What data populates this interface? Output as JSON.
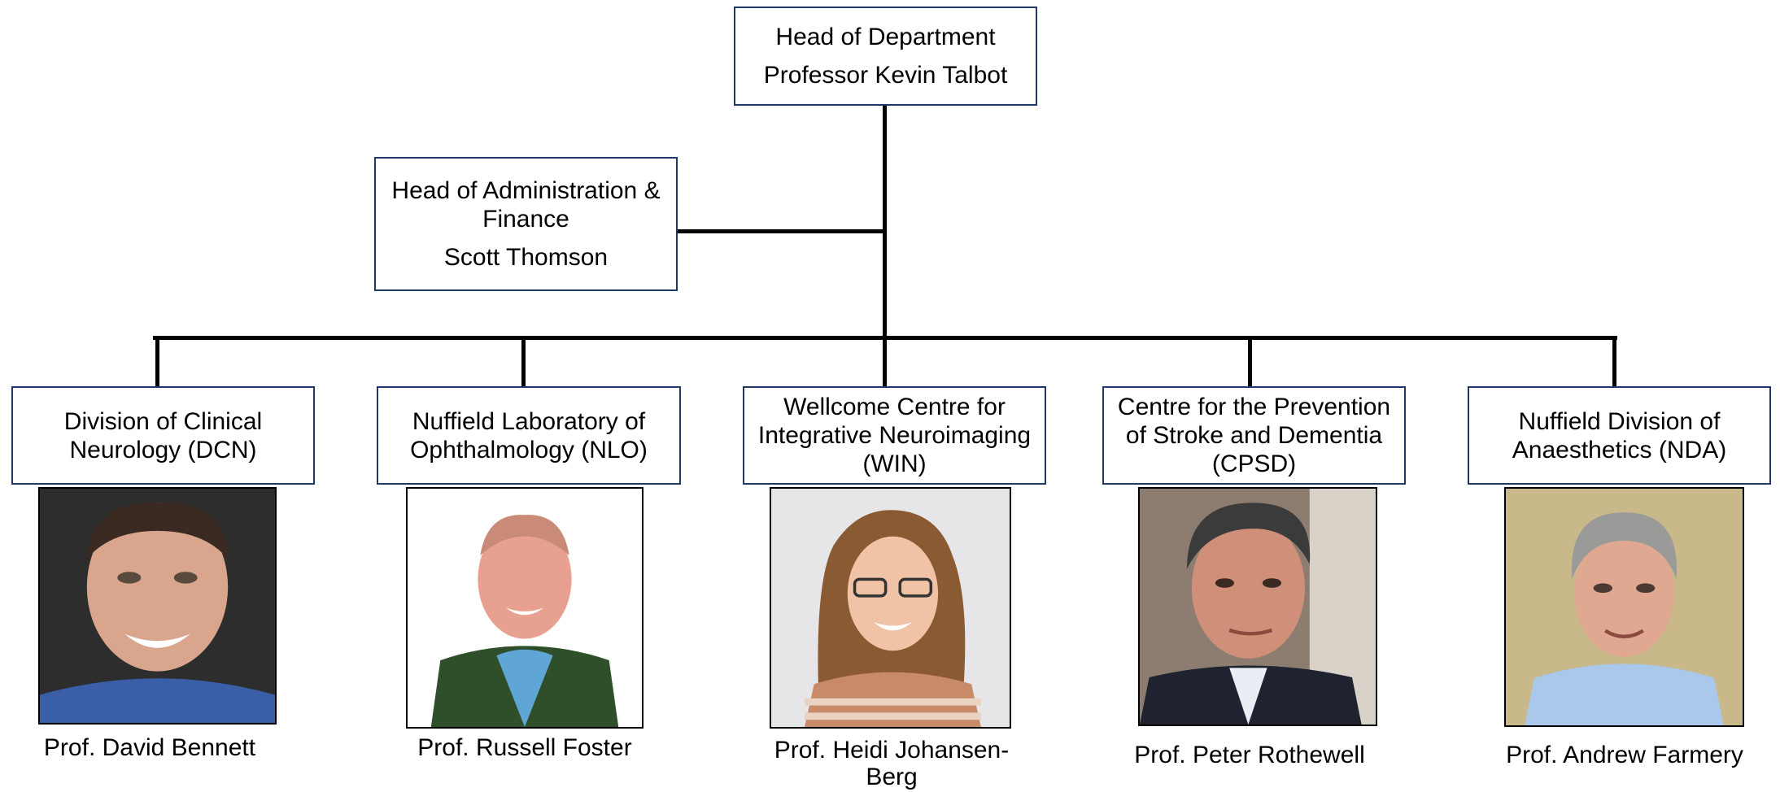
{
  "head": {
    "role": "Head of Department",
    "name": "Professor Kevin Talbot"
  },
  "admin": {
    "role_line1": "Head of Administration &",
    "role_line2": "Finance",
    "name": "Scott Thomson"
  },
  "divisions": [
    {
      "line1": "Division of Clinical",
      "line2": "Neurology (DCN)",
      "line3": "",
      "photo_icon": "portrait-photo",
      "person": "Prof. David Bennett",
      "person_line2": ""
    },
    {
      "line1": "Nuffield Laboratory of",
      "line2": "Ophthalmology (NLO)",
      "line3": "",
      "photo_icon": "portrait-photo",
      "person": "Prof. Russell Foster",
      "person_line2": ""
    },
    {
      "line1": "Wellcome Centre for",
      "line2": "Integrative Neuroimaging",
      "line3": "(WIN)",
      "photo_icon": "portrait-photo",
      "person": "Prof. Heidi Johansen-",
      "person_line2": "Berg"
    },
    {
      "line1": "Centre for the Prevention",
      "line2": "of Stroke and Dementia",
      "line3": "(CPSD)",
      "photo_icon": "portrait-photo",
      "person": "Prof. Peter Rothewell",
      "person_line2": ""
    },
    {
      "line1": "Nuffield Division of",
      "line2": "Anaesthetics (NDA)",
      "line3": "",
      "photo_icon": "portrait-photo",
      "person": "Prof. Andrew Farmery",
      "person_line2": ""
    }
  ],
  "colors": {
    "box_border": "#1f3864",
    "connector": "#000000"
  }
}
